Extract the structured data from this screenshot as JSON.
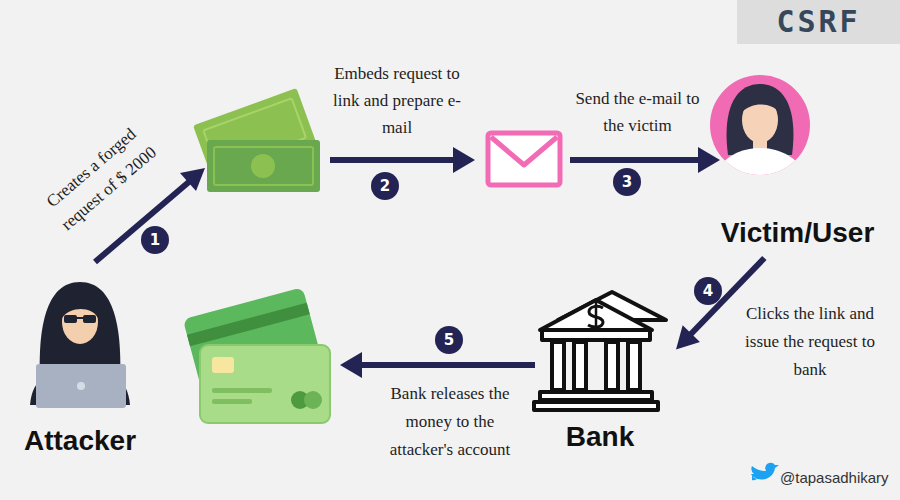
{
  "diagram": {
    "title": "CSRF",
    "nodes": [
      {
        "text": [
          "Attacker"
        ]
      },
      {
        "text": [
          "Victim/User"
        ]
      },
      {
        "text": [
          "Bank"
        ]
      }
    ],
    "edges": [
      {
        "from": 1,
        "to": 2,
        "arrow": "to"
      }
    ],
    "labels": [
      "Creates a forged request of $ 2000",
      "1",
      "Embeds request to link and prepare e-mail",
      "2",
      "Send the e-mail to the victim",
      "3",
      "4",
      "Clicks the link and issue the request to bank",
      "5",
      "Bank releases the money to the attacker's account",
      "@tapasadhikary"
    ]
  }
}
